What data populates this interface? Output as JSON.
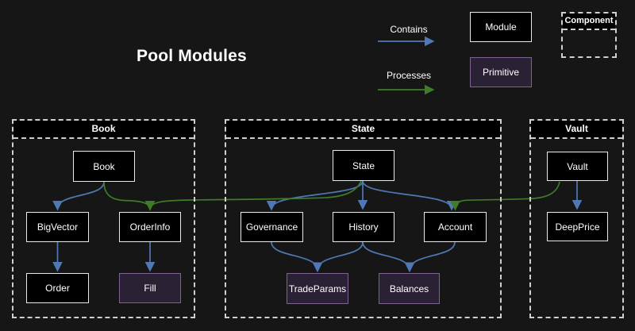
{
  "title": "Pool Modules",
  "colors": {
    "background": "#161616",
    "box_fill": "#000000",
    "text": "#ffffff",
    "module_border": "#e9e9e9",
    "primitive_fill": "#2b2135",
    "primitive_border": "#7d6390",
    "dashed_border": "#cfcfcf",
    "contains_color": "#4f78b4",
    "processes_color": "#3f7c28"
  },
  "legend": {
    "contains_label": "Contains",
    "processes_label": "Processes",
    "module_label": "Module",
    "primitive_label": "Primitive",
    "component_label": "Component"
  },
  "containers": [
    {
      "id": "book",
      "title": "Book"
    },
    {
      "id": "state",
      "title": "State"
    },
    {
      "id": "vault",
      "title": "Vault"
    }
  ],
  "nodes": {
    "book": {
      "label": "Book",
      "type": "module",
      "container": "Book"
    },
    "bigvector": {
      "label": "BigVector",
      "type": "module",
      "container": "Book"
    },
    "orderinfo": {
      "label": "OrderInfo",
      "type": "module",
      "container": "Book"
    },
    "order": {
      "label": "Order",
      "type": "module",
      "container": "Book"
    },
    "fill": {
      "label": "Fill",
      "type": "primitive",
      "container": "Book"
    },
    "state": {
      "label": "State",
      "type": "module",
      "container": "State"
    },
    "governance": {
      "label": "Governance",
      "type": "module",
      "container": "State"
    },
    "history": {
      "label": "History",
      "type": "module",
      "container": "State"
    },
    "account": {
      "label": "Account",
      "type": "module",
      "container": "State"
    },
    "tradeparams": {
      "label": "TradeParams",
      "type": "primitive",
      "container": "State"
    },
    "balances": {
      "label": "Balances",
      "type": "primitive",
      "container": "State"
    },
    "vault": {
      "label": "Vault",
      "type": "module",
      "container": "Vault"
    },
    "deepprice": {
      "label": "DeepPrice",
      "type": "module",
      "container": "Vault"
    }
  },
  "edges": [
    {
      "from": "Book",
      "to": "BigVector",
      "type": "contains"
    },
    {
      "from": "BigVector",
      "to": "Order",
      "type": "contains"
    },
    {
      "from": "OrderInfo",
      "to": "Fill",
      "type": "contains"
    },
    {
      "from": "State",
      "to": "Governance",
      "type": "contains"
    },
    {
      "from": "State",
      "to": "History",
      "type": "contains"
    },
    {
      "from": "State",
      "to": "Account",
      "type": "contains"
    },
    {
      "from": "Governance",
      "to": "TradeParams",
      "type": "contains"
    },
    {
      "from": "History",
      "to": "TradeParams",
      "type": "contains"
    },
    {
      "from": "History",
      "to": "Balances",
      "type": "contains"
    },
    {
      "from": "Account",
      "to": "Balances",
      "type": "contains"
    },
    {
      "from": "Vault",
      "to": "DeepPrice",
      "type": "contains"
    },
    {
      "from": "Book",
      "to": "OrderInfo",
      "type": "processes"
    },
    {
      "from": "State",
      "to": "OrderInfo",
      "type": "processes"
    },
    {
      "from": "Vault",
      "to": "Account",
      "type": "processes"
    }
  ]
}
